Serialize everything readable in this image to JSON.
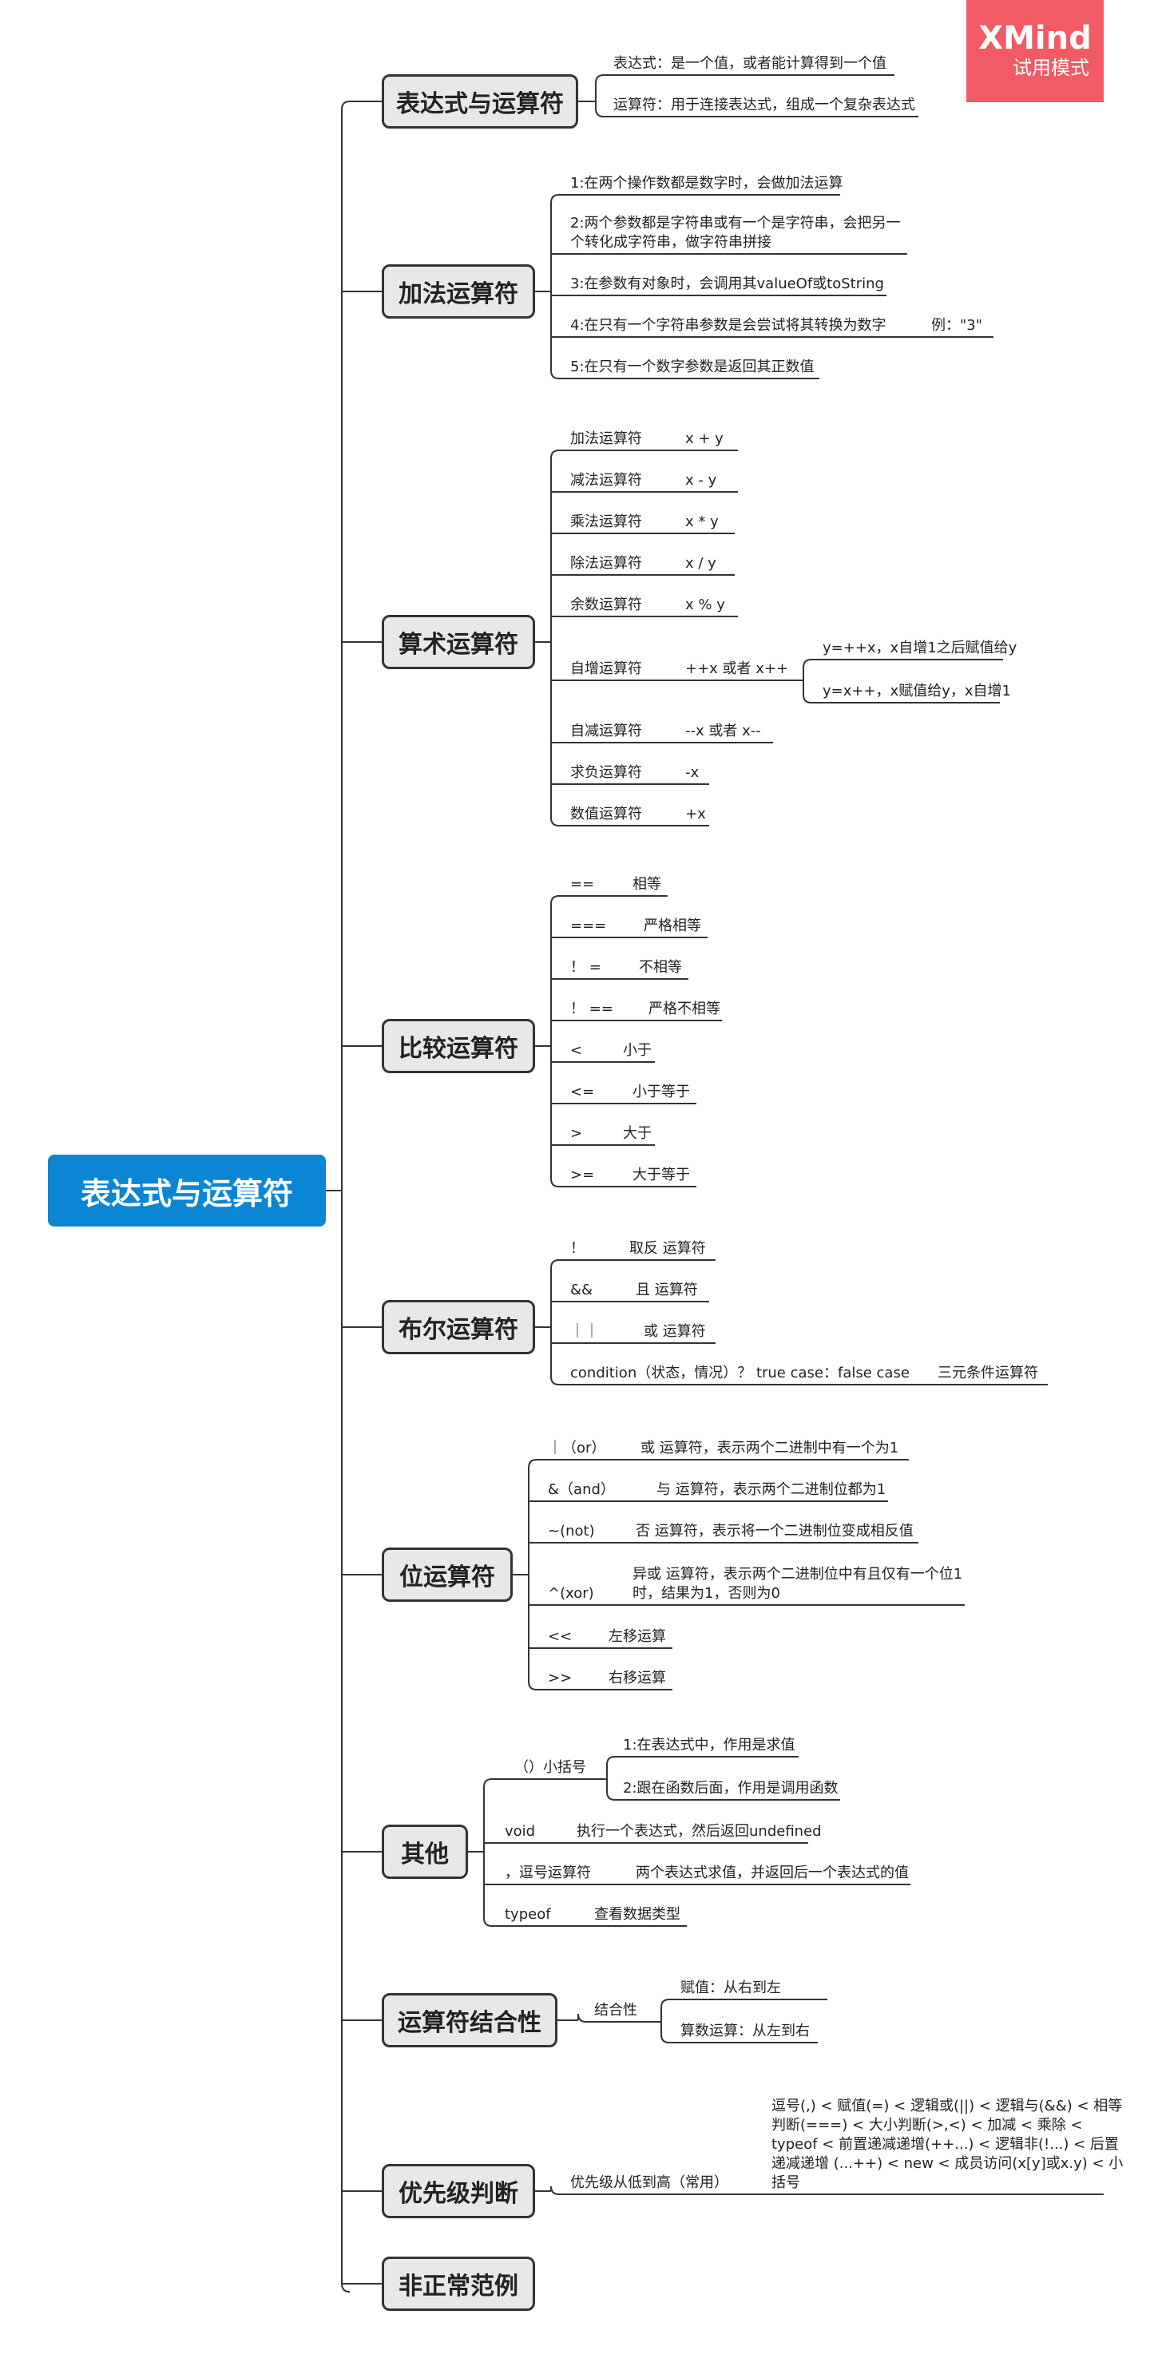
{
  "badge": {
    "brand": "XMind",
    "mode": "试用模式"
  },
  "root": "表达式与运算符",
  "topics": {
    "expr": {
      "title": "表达式与运算符",
      "items": [
        "表达式：是一个值，或者能计算得到一个值",
        "运算符：用于连接表达式，组成一个复杂表达式"
      ]
    },
    "add": {
      "title": "加法运算符",
      "items": [
        "1:在两个操作数都是数字时，会做加法运算",
        "2:两个参数都是字符串或有一个是字符串，会把另一",
        "个转化成字符串，做字符串拼接",
        "3:在参数有对象时，会调用其valueOf或toString",
        "4:在只有一个字符串参数是会尝试将其转换为数字",
        "例：\"3\"",
        "5:在只有一个数字参数是返回其正数值"
      ]
    },
    "arith": {
      "title": "算术运算符",
      "items": [
        {
          "name": "加法运算符",
          "sym": "x + y"
        },
        {
          "name": "减法运算符",
          "sym": "x - y"
        },
        {
          "name": "乘法运算符",
          "sym": "x * y"
        },
        {
          "name": "除法运算符",
          "sym": "x / y"
        },
        {
          "name": "余数运算符",
          "sym": "x % y"
        },
        {
          "name": "自增运算符",
          "sym": "++x 或者 x++"
        },
        {
          "name": "自减运算符",
          "sym": "--x 或者 x--"
        },
        {
          "name": "求负运算符",
          "sym": "-x"
        },
        {
          "name": "数值运算符",
          "sym": "+x"
        }
      ],
      "inc_sub": [
        "y=++x，x自增1之后赋值给y",
        "y=x++，x赋值给y，x自增1"
      ]
    },
    "compare": {
      "title": "比较运算符",
      "items": [
        {
          "sym": "==",
          "desc": "相等"
        },
        {
          "sym": "===",
          "desc": "严格相等"
        },
        {
          "sym": "！ =",
          "desc": "不相等"
        },
        {
          "sym": "！ ==",
          "desc": "严格不相等"
        },
        {
          "sym": "<",
          "desc": "小于"
        },
        {
          "sym": "<=",
          "desc": "小于等于"
        },
        {
          "sym": ">",
          "desc": "大于"
        },
        {
          "sym": ">=",
          "desc": "大于等于"
        }
      ]
    },
    "bool": {
      "title": "布尔运算符",
      "items": [
        {
          "sym": "！",
          "desc": "取反  运算符"
        },
        {
          "sym": "&&",
          "desc": "且  运算符"
        },
        {
          "sym": "｜｜",
          "desc": "或  运算符"
        },
        {
          "sym": "condition（状态，情况）？ true case：false case",
          "desc": "三元条件运算符"
        }
      ]
    },
    "bit": {
      "title": "位运算符",
      "items": [
        {
          "sym": "｜（or）",
          "desc": "或  运算符，表示两个二进制中有一个为1"
        },
        {
          "sym": "&（and）",
          "desc": "与 运算符，表示两个二进制位都为1"
        },
        {
          "sym": "~(not)",
          "desc": "否 运算符，表示将一个二进制位变成相反值"
        },
        {
          "sym": "^(xor)",
          "desc": "异或 运算符，表示两个二进制位中有且仅有一个位1",
          "desc2": "时，结果为1，否则为0"
        },
        {
          "sym": "<<",
          "desc": "左移运算"
        },
        {
          "sym": ">>",
          "desc": "右移运算"
        }
      ]
    },
    "other": {
      "title": "其他",
      "paren": "（）小括号",
      "paren_sub": [
        "1:在表达式中，作用是求值",
        "2:跟在函数后面，作用是调用函数"
      ],
      "items": [
        {
          "sym": "void",
          "desc": "执行一个表达式，然后返回undefined"
        },
        {
          "sym": "，逗号运算符",
          "desc": "两个表达式求值，并返回后一个表达式的值"
        },
        {
          "sym": "typeof",
          "desc": "查看数据类型"
        }
      ]
    },
    "assoc": {
      "title": "运算符结合性",
      "label": "结合性",
      "items": [
        "赋值：从右到左",
        "算数运算：从左到右"
      ]
    },
    "prec": {
      "title": "优先级判断",
      "label": "优先级从低到高（常用）",
      "lines": [
        "逗号(,) < 赋值(=) < 逻辑或(||) < 逻辑与(&&) < 相等",
        "判断(===) < 大小判断(>,<) < 加减 < 乘除 <",
        "typeof < 前置递减递增(++...) < 逻辑非(!...) < 后置",
        "递减递增 (...++) < new < 成员访问(x[y]或x.y) < 小",
        "括号"
      ]
    },
    "weird": {
      "title": "非正常范例"
    }
  },
  "colors": {
    "root": "#0a86d4",
    "badge": "#f05b66",
    "line": "#333333"
  }
}
